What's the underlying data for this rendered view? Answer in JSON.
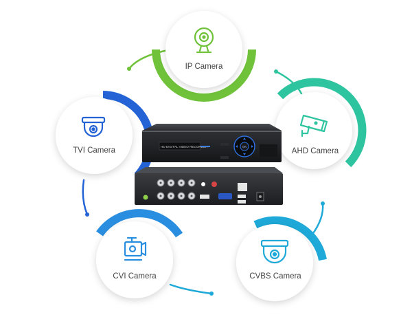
{
  "diagram": {
    "center_device": {
      "front_label": "HD DIGITAL VIDEO RECORDER",
      "front_display": "",
      "panel_key": "OK"
    },
    "nodes": [
      {
        "label": "IP Camera",
        "icon": "ip-camera-icon",
        "accent": "#6fc23a"
      },
      {
        "label": "AHD Camera",
        "icon": "bullet-camera-icon",
        "accent": "#2fc4a0"
      },
      {
        "label": "CVBS Camera",
        "icon": "dome-camera-icon",
        "accent": "#1ea9d8"
      },
      {
        "label": "CVI Camera",
        "icon": "box-camera-icon",
        "accent": "#2a8ee0"
      },
      {
        "label": "TVI Camera",
        "icon": "dome-camera-icon",
        "accent": "#2463d6"
      }
    ]
  }
}
